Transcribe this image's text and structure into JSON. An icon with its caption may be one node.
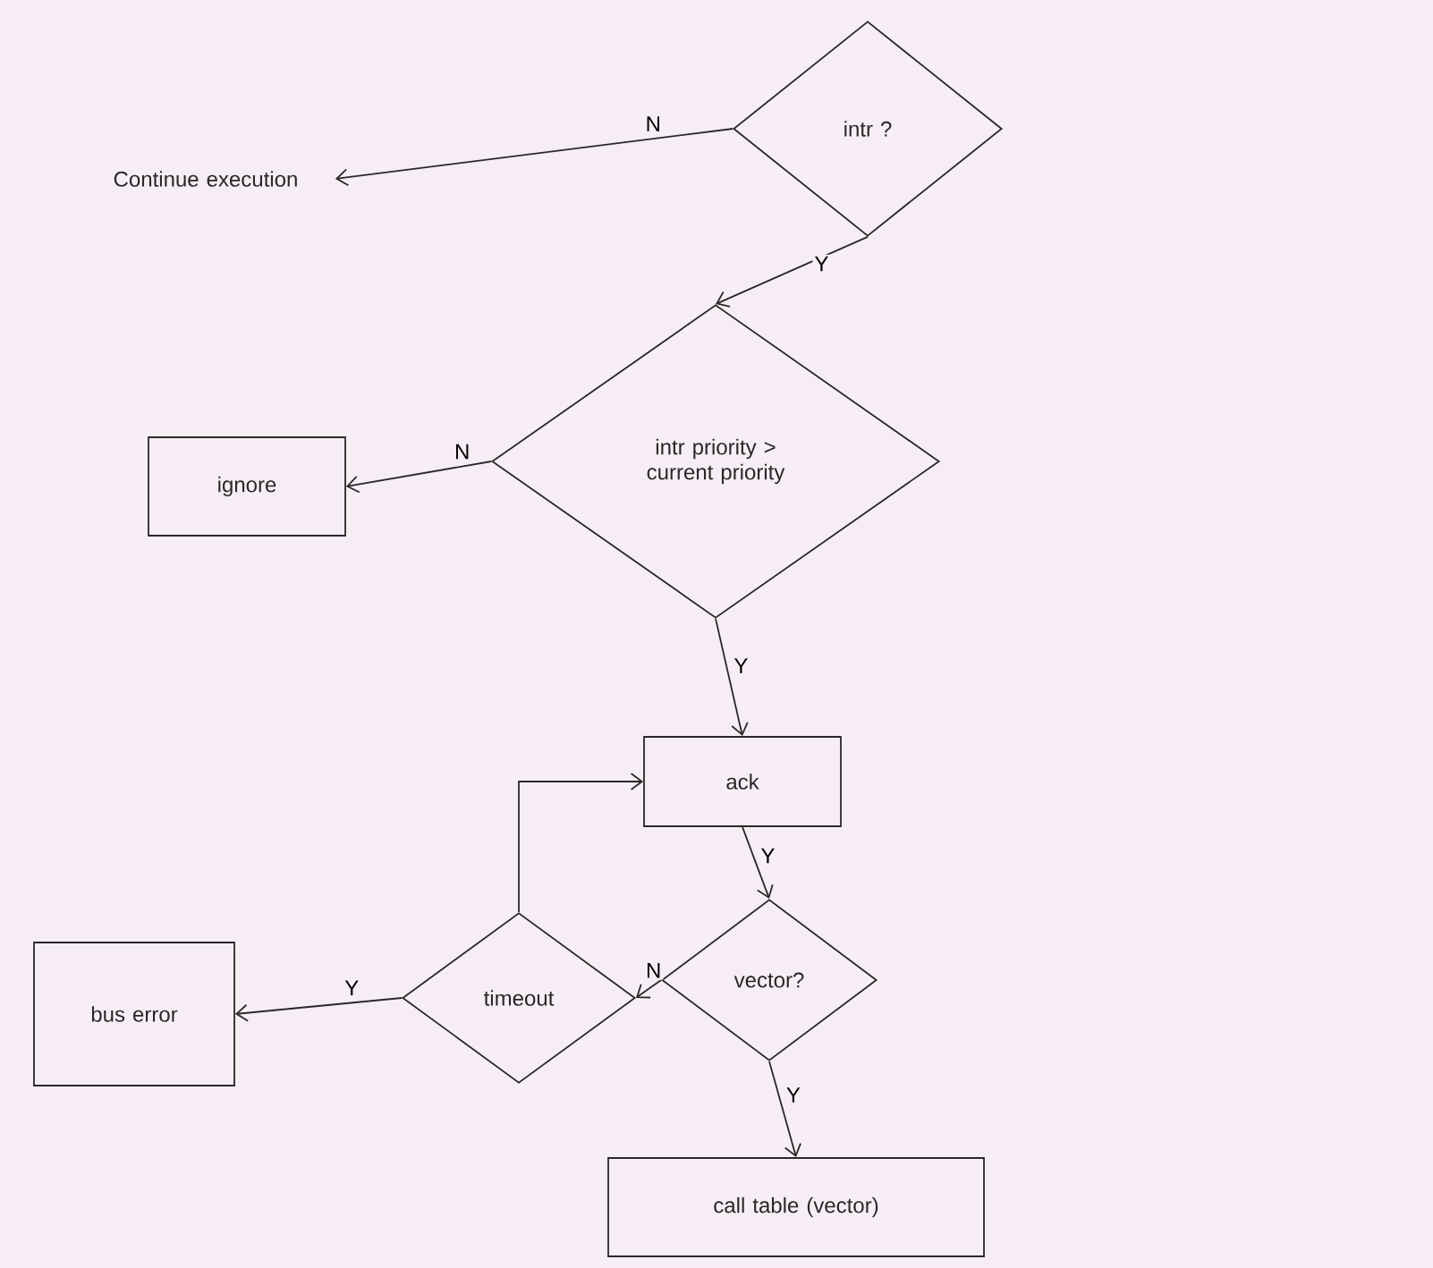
{
  "diagram": {
    "nodes": [
      {
        "text": [
          "intr ?"
        ]
      },
      {
        "text": [
          "Continue execution"
        ]
      },
      {
        "text": [
          "intr priority > current priority"
        ]
      },
      {
        "text": [
          "ignore"
        ]
      },
      {
        "text": [
          "ack"
        ]
      },
      {
        "text": [
          "vector?"
        ]
      },
      {
        "text": [
          "timeout"
        ]
      },
      {
        "text": [
          "bus error"
        ]
      },
      {
        "text": [
          "call table (vector)"
        ]
      }
    ],
    "edges": [
      {
        "from": 0,
        "to": 1,
        "arrow": "to",
        "label": "N"
      },
      {
        "from": 0,
        "to": 2,
        "arrow": "to",
        "label": "Y"
      },
      {
        "from": 2,
        "to": 3,
        "arrow": "to",
        "label": "N"
      },
      {
        "from": 2,
        "to": 4,
        "arrow": "to",
        "label": "Y"
      },
      {
        "from": 4,
        "to": 5,
        "arrow": "to",
        "label": "Y"
      },
      {
        "from": 5,
        "to": 8,
        "arrow": "to",
        "label": "Y"
      },
      {
        "from": 5,
        "to": 6,
        "arrow": "to",
        "label": "N"
      },
      {
        "from": 6,
        "to": 7,
        "arrow": "to",
        "label": "Y"
      },
      {
        "from": 6,
        "to": 4,
        "arrow": "to"
      }
    ]
  }
}
